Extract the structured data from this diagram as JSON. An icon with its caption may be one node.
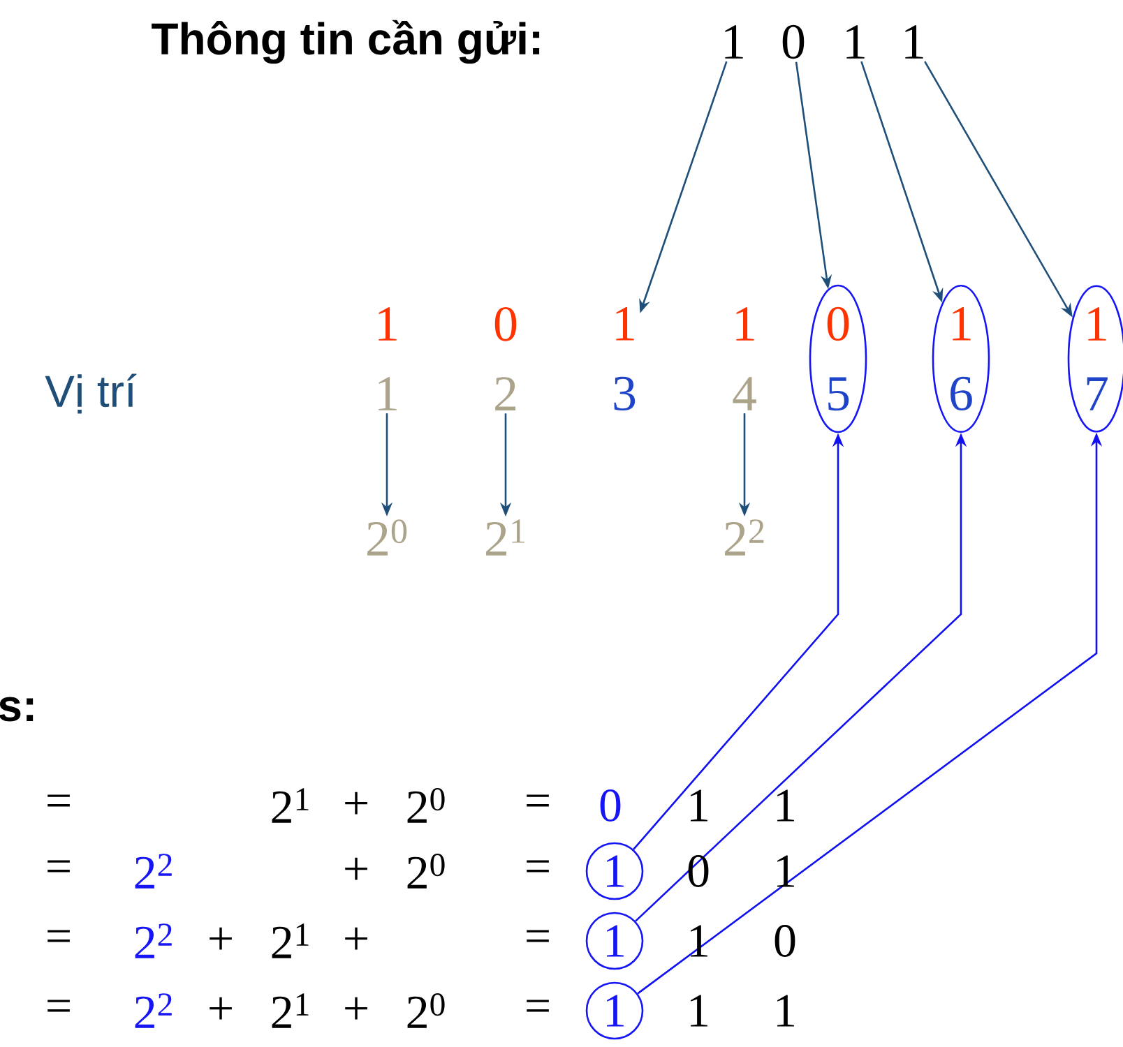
{
  "diagram": {
    "title": "Thông tin cần gửi:",
    "nodes": [
      {
        "text": [
          "1"
        ]
      },
      {
        "text": [
          "0"
        ]
      },
      {
        "text": [
          "1"
        ]
      },
      {
        "text": [
          "1"
        ]
      },
      {
        "text": [
          "1",
          "1"
        ]
      },
      {
        "text": [
          "0",
          "2"
        ]
      },
      {
        "text": [
          "1",
          "3"
        ]
      },
      {
        "text": [
          "1",
          "4"
        ]
      },
      {
        "text": [
          "0",
          "5"
        ]
      },
      {
        "text": [
          "1",
          "6"
        ]
      },
      {
        "text": [
          "1",
          "7"
        ]
      },
      {
        "text": [
          "2$^{0}$"
        ]
      },
      {
        "text": [
          "2$^{1}$"
        ]
      },
      {
        "text": [
          "2$^{2}$"
        ]
      },
      {
        "text": [
          "1"
        ]
      },
      {
        "text": [
          "1"
        ]
      },
      {
        "text": [
          "1"
        ]
      }
    ],
    "edges": [
      {
        "from": 0,
        "to": 6,
        "arrow": "to"
      },
      {
        "from": 1,
        "to": 8,
        "arrow": "to"
      },
      {
        "from": 2,
        "to": 9,
        "arrow": "to"
      },
      {
        "from": 3,
        "to": 10,
        "arrow": "to"
      },
      {
        "from": 4,
        "to": 11,
        "arrow": "to"
      },
      {
        "from": 5,
        "to": 12,
        "arrow": "to"
      },
      {
        "from": 7,
        "to": 13,
        "arrow": "to"
      },
      {
        "from": 14,
        "to": 8,
        "arrow": "to",
        "color": "#1010f0"
      },
      {
        "from": 15,
        "to": 9,
        "arrow": "to",
        "color": "#1010f0"
      },
      {
        "from": 16,
        "to": 10,
        "arrow": "to",
        "color": "#1010f0"
      }
    ],
    "labels": [
      "Vị trí",
      "s:",
      "=",
      "2$^{1}$",
      "+",
      "2$^{0}$",
      "=",
      "0",
      "1",
      "1",
      "=",
      "2$^{2}$",
      "+",
      "2$^{0}$",
      "=",
      "0",
      "1",
      "=",
      "2$^{2}$",
      "+",
      "2$^{1}$",
      "+",
      "=",
      "1",
      "0",
      "=",
      "2$^{2}$",
      "+",
      "2$^{1}$",
      "+",
      "2$^{0}$",
      "=",
      "1",
      "1"
    ]
  }
}
